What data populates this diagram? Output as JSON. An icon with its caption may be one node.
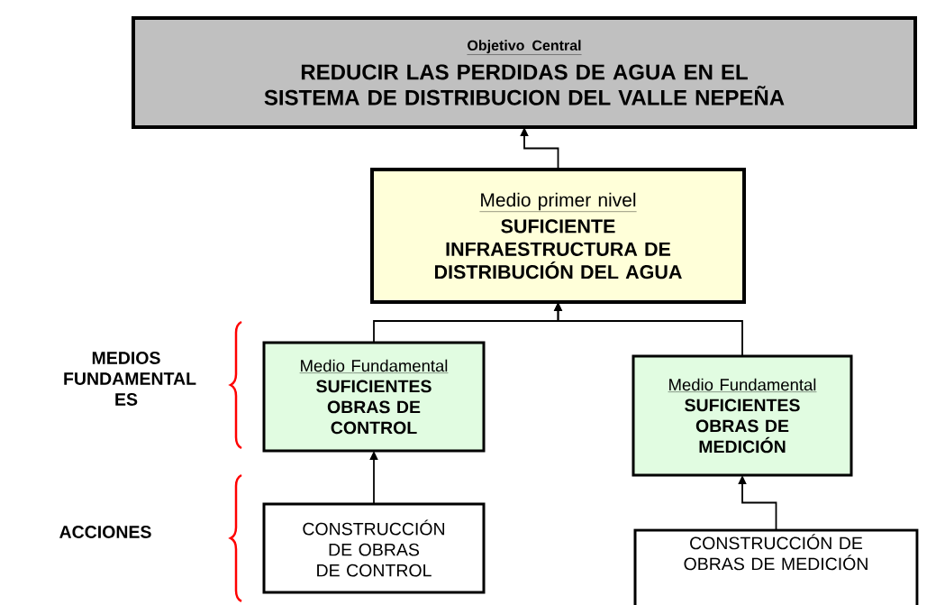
{
  "diagram": {
    "nodes": [
      {
        "text": [
          "Objetivo Central",
          "REDUCIR LAS PERDIDAS DE AGUA EN EL SISTEMA DE DISTRIBUCION DEL VALLE NEPEÑA"
        ]
      },
      {
        "text": [
          "Medio primer nivel",
          "SUFICIENTE INFRAESTRUCTURA  DE DISTRIBUCIÓN DEL AGUA"
        ]
      },
      {
        "text": [
          "Medio Fundamental",
          "SUFICIENTES OBRAS DE CONTROL"
        ]
      },
      {
        "text": [
          "Medio Fundamental",
          "SUFICIENTES OBRAS DE MEDICIÓN"
        ]
      },
      {
        "text": [
          "CONSTRUCCIÓN DE OBRAS DE CONTROL"
        ]
      },
      {
        "text": [
          "CONSTRUCCIÓN DE OBRAS  DE MEDICIÓN"
        ]
      }
    ],
    "edges": [
      {
        "from": 1,
        "to": 0,
        "arrow": "to"
      },
      {
        "from": 2,
        "to": 1,
        "arrow": "to"
      },
      {
        "from": 3,
        "to": 1,
        "arrow": "to"
      },
      {
        "from": 4,
        "to": 2,
        "arrow": "to"
      },
      {
        "from": 5,
        "to": 3,
        "arrow": "to"
      }
    ],
    "labels": [
      "MEDIOS FUNDAMENTAL ES",
      "ACCIONES"
    ]
  }
}
